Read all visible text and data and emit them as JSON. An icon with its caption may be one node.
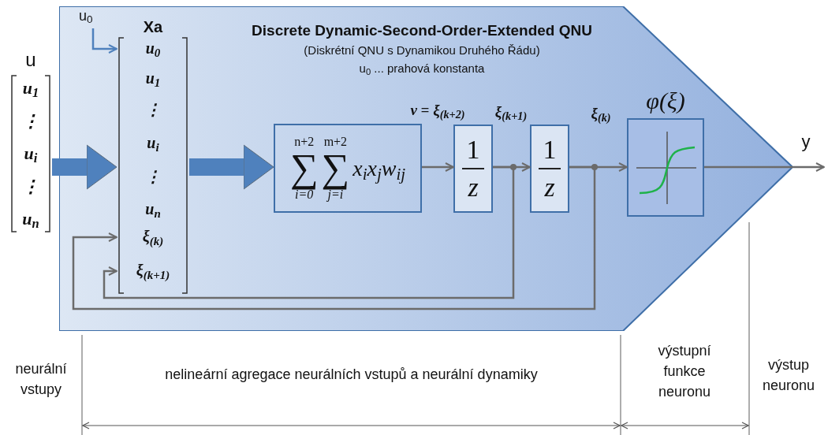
{
  "diagram": {
    "nodes": [
      {
        "text": [
          "Discrete Dynamic-Second-Order-Extended QNU",
          "(Diskrétní QNU s Dynamikou Druhého Řádu)",
          "u$_{0}$ ... prahová konstanta"
        ]
      },
      {
        "text": [
          "u",
          "u$_{1}$",
          "⋮",
          "u$_{i}$",
          "⋮",
          "u$_{n}$"
        ]
      },
      {
        "text": [
          "Xa",
          "u$_{0}$",
          "u$_{1}$",
          "⋮",
          "u$_{i}$",
          "⋮",
          "u$_{n}$",
          "ξ$_{(k)}$",
          "ξ$_{(k+1)}$"
        ],
        "in": 0
      },
      {
        "text": [
          "u$_{0}$"
        ],
        "in": 0
      },
      {
        "text": [
          "n+2",
          "∑",
          "i=0",
          "m+2",
          "∑",
          "j=i",
          "x$_{i}$x$_{j}$w$_{ij}$"
        ],
        "in": 0
      },
      {
        "text": [
          "1",
          "z"
        ],
        "in": 0
      },
      {
        "text": [
          "1",
          "z"
        ],
        "in": 0
      },
      {
        "text": [
          "φ(ξ)"
        ],
        "in": 0
      }
    ],
    "edges": [
      {
        "from": 1,
        "to": 2,
        "arrow": "to",
        "style": "thick",
        "color": "#4f81bd"
      },
      {
        "from": 3,
        "to": 2,
        "arrow": "to",
        "color": "#4f81bd"
      },
      {
        "from": 2,
        "to": 4,
        "arrow": "to",
        "style": "thick",
        "color": "#4f81bd"
      },
      {
        "from": 4,
        "to": 5,
        "arrow": "to",
        "label": "ν = ξ$_{(k+2)}$"
      },
      {
        "from": 5,
        "to": 6,
        "arrow": "to",
        "label": "ξ$_{(k+1)}$"
      },
      {
        "from": 6,
        "to": 7,
        "arrow": "to",
        "label": "ξ$_{(k)}$"
      },
      {
        "from": 7,
        "to": null,
        "arrow": "to",
        "label": "y"
      },
      {
        "from": 6,
        "to": 2,
        "arrow": "to"
      },
      {
        "from": 5,
        "to": 2,
        "arrow": "to"
      }
    ],
    "labels": [
      "neurální vstupy",
      "nelineární agregace neurálních vstupů a neurální dynamiky",
      "výstupní funkce neuronu",
      "výstup neuronu"
    ]
  }
}
